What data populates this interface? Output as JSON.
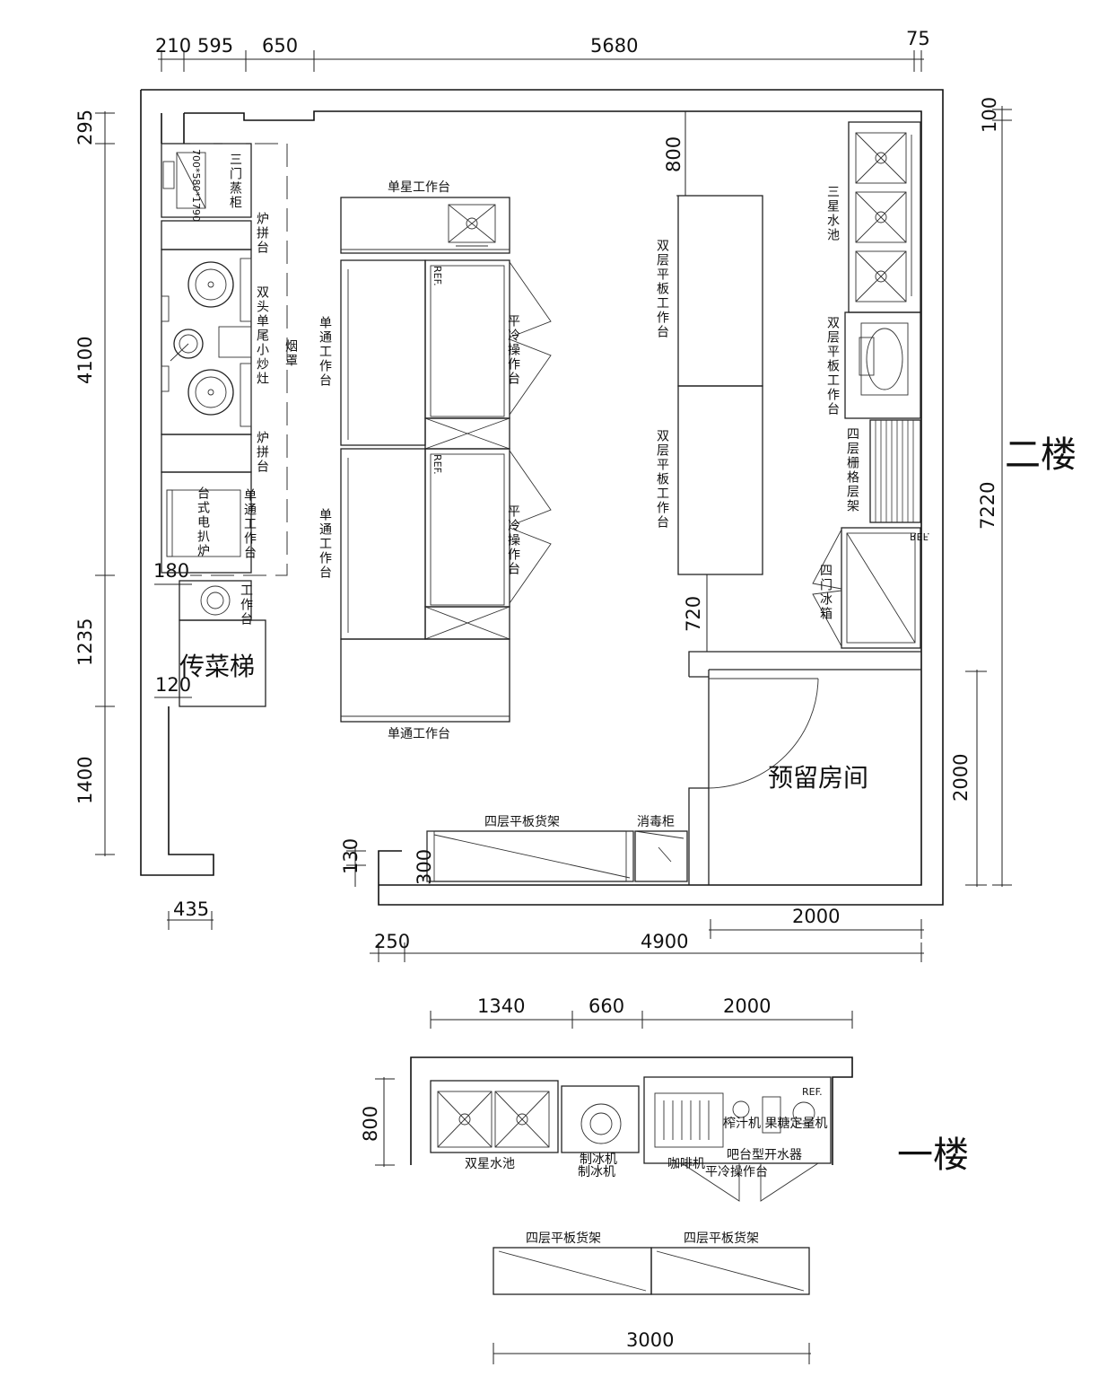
{
  "floors": {
    "upper": "二楼",
    "lower": "一楼"
  },
  "top_dims": [
    "210",
    "595",
    "650",
    "5680",
    "75"
  ],
  "left_dims": [
    "295",
    "4100",
    "180",
    "1235",
    "120",
    "1400"
  ],
  "right_dims": [
    "100",
    "7220",
    "2000"
  ],
  "inner_dims": [
    "800",
    "720",
    "130",
    "300"
  ],
  "bottom_dims": [
    "435",
    "2000",
    "250",
    "4900"
  ],
  "upper_labels": {
    "steamer": "三门蒸柜",
    "steamer_size": "700*580*1790",
    "stove_side_top": "炉拼台",
    "wok_range": "双头单尾小炒灶",
    "hood": "烟罩",
    "stove_side_bottom": "炉拼台",
    "griddle": "台式电扒炉",
    "single_bench_right": "单通工作台",
    "small_bench": "工作台",
    "dumbwaiter": "传菜梯",
    "sink_bench": "单星工作台",
    "left_bench_1": "单通工作台",
    "left_bench_2": "单通工作台",
    "ref_1": "REF.",
    "ref_2": "REF.",
    "chill_1": "平冷操作台",
    "chill_2": "平冷操作台",
    "bottom_bench": "单通工作台",
    "double_bench_1": "双层平板工作台",
    "double_bench_2": "双层平板工作台",
    "triple_sink": "三星水池",
    "double_bench_3": "双层平板工作台",
    "grid_shelf": "四层栅格层架",
    "fridge_ref": "REF.",
    "fridge": "四门冰箱",
    "reserved_room": "预留房间",
    "shelf": "四层平板货架",
    "sterilizer": "消毒柜"
  },
  "lower_dims": [
    "1340",
    "660",
    "2000",
    "800",
    "3000"
  ],
  "lower_labels": {
    "double_sink": "双星水池",
    "ice_maker_a": "制冰机",
    "ice_maker_b": "制冰机",
    "coffee": "咖啡机",
    "machines": "榨汁机  果糖定量机",
    "boiler": "吧台型开水器",
    "chill_bench": "平冷操作台",
    "ref": "REF.",
    "shelf_1": "四层平板货架",
    "shelf_2": "四层平板货架"
  }
}
